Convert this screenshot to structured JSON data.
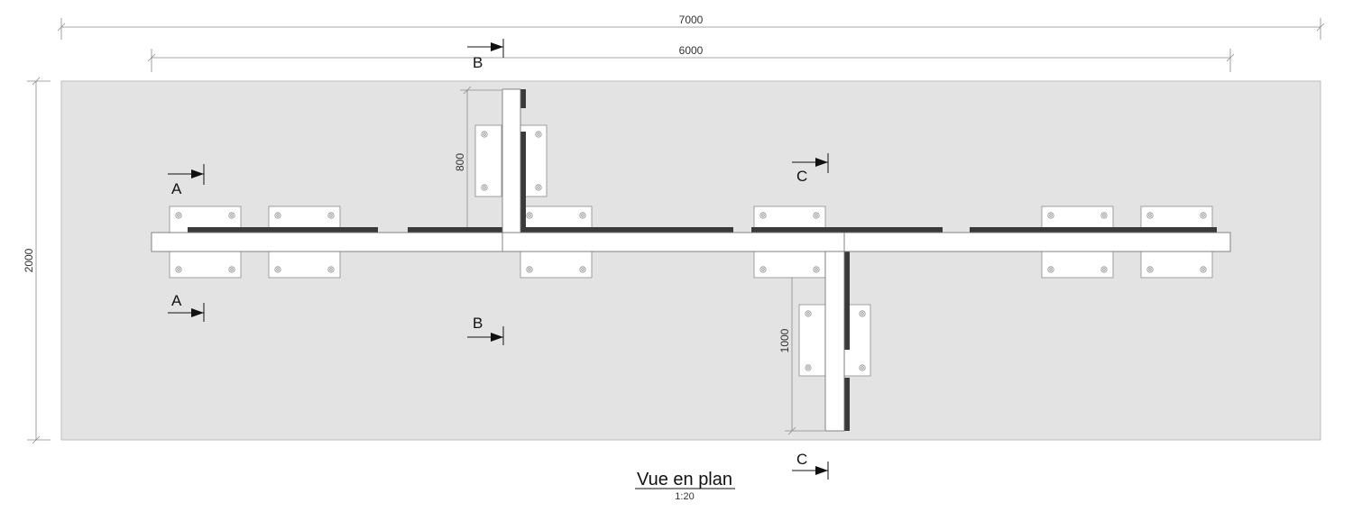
{
  "dimensions": {
    "overall_length": "7000",
    "inner_length": "6000",
    "depth": "2000",
    "branch_b": "800",
    "branch_c": "1000"
  },
  "sections": {
    "a": "A",
    "b": "B",
    "c": "C"
  },
  "title": {
    "main": "Vue en plan",
    "scale": "1:20"
  },
  "colors": {
    "background": "#e3e3e3",
    "beam": "#ffffff",
    "outline": "#777777",
    "rail": "#3a3a3a"
  }
}
